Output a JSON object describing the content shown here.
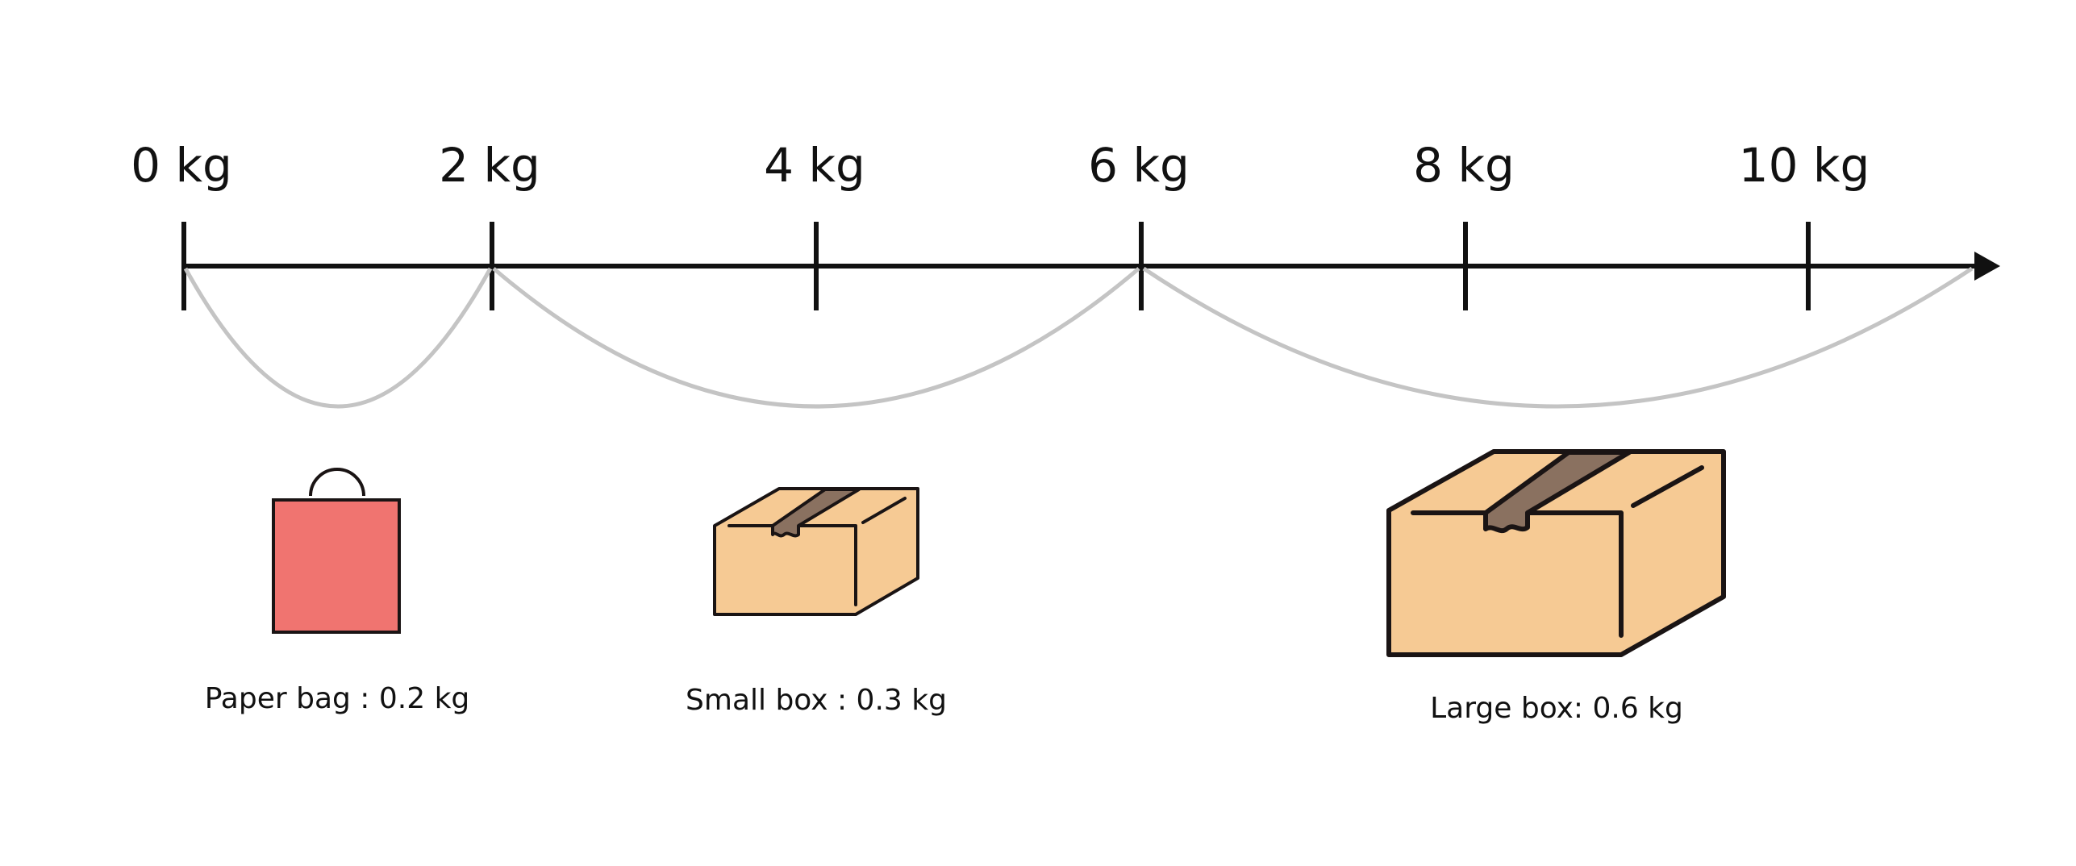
{
  "number_line": {
    "ticks": [
      {
        "value": 0,
        "label": "0 kg"
      },
      {
        "value": 2,
        "label": "2 kg"
      },
      {
        "value": 4,
        "label": "4 kg"
      },
      {
        "value": 6,
        "label": "6 kg"
      },
      {
        "value": 8,
        "label": "8 kg"
      },
      {
        "value": 10,
        "label": "10 kg"
      }
    ],
    "jumps": [
      {
        "from": 0,
        "to": 2
      },
      {
        "from": 2,
        "to": 6
      },
      {
        "from": 6,
        "to": 11
      }
    ]
  },
  "items": [
    {
      "name": "paper-bag",
      "label": "Paper bag : 0.2 kg",
      "weight": 0.2,
      "color": "#f07470"
    },
    {
      "name": "small-box",
      "label": "Small box : 0.3 kg",
      "weight": 0.3,
      "color": "#f6ca94"
    },
    {
      "name": "large-box",
      "label": "Large box: 0.6 kg",
      "weight": 0.6,
      "color": "#f6ca94"
    }
  ],
  "colors": {
    "axis": "#111111",
    "jump_arc": "#c4c4c4",
    "tape": "#8a7160",
    "outline": "#1a1414"
  }
}
